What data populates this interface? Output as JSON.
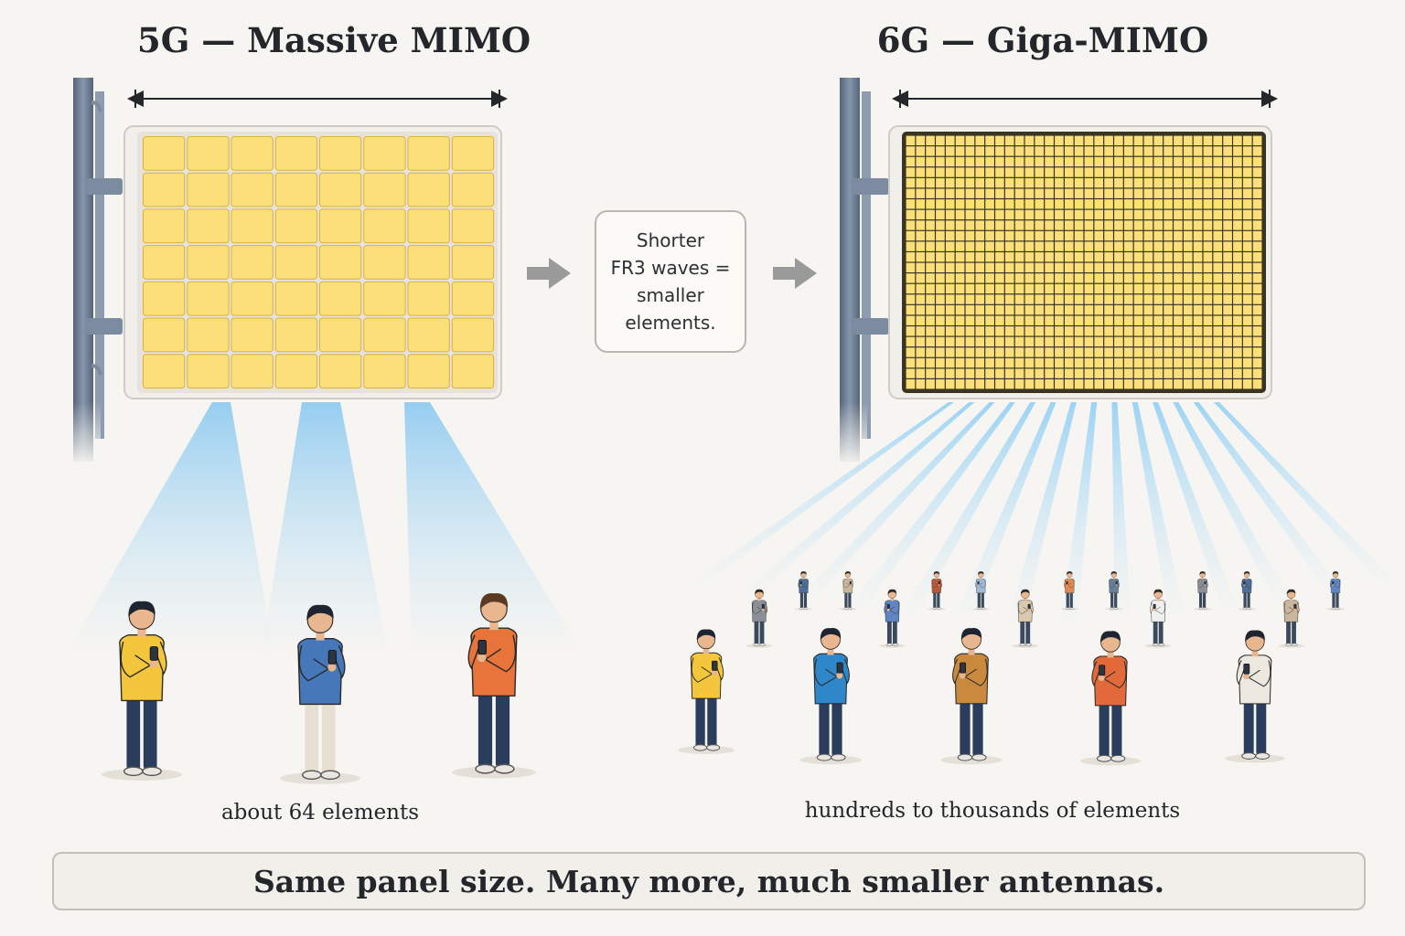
{
  "left_panel": {
    "title": "5G — Massive MIMO",
    "caption": "about 64 elements",
    "grid": {
      "rows": 7,
      "cols": 8
    },
    "beams": 3,
    "users": [
      {
        "name": "user-yellow-hoodie",
        "shirt": "#f3c63c",
        "pants": "#2b3d5c",
        "hair": "#1f2530"
      },
      {
        "name": "user-blue-top",
        "shirt": "#4677b8",
        "pants": "#e6dfd2",
        "hair": "#1f2530"
      },
      {
        "name": "user-orange-hoodie",
        "shirt": "#e8743b",
        "pants": "#2b3d5c",
        "hair": "#5a3a22"
      }
    ]
  },
  "middle_note": {
    "lines": [
      "Shorter",
      "FR3 waves =",
      "smaller",
      "elements."
    ]
  },
  "right_panel": {
    "title": "6G — Giga-MIMO",
    "caption": "hundreds to thousands of elements",
    "grid": {
      "rows": 24,
      "cols": 36
    },
    "beams": 14,
    "users_front": [
      {
        "name": "user-front-yellow",
        "shirt": "#f3c63c",
        "pants": "#2b3d5c"
      },
      {
        "name": "user-front-blue",
        "shirt": "#2f86c9",
        "pants": "#2b3d5c"
      },
      {
        "name": "user-front-tan",
        "shirt": "#c98a3e",
        "pants": "#2b3d5c"
      },
      {
        "name": "user-front-orange",
        "shirt": "#e26a3a",
        "pants": "#2b3d5c"
      },
      {
        "name": "user-front-white",
        "shirt": "#ece8e0",
        "pants": "#2b3d5c"
      }
    ],
    "users_back_count": 14
  },
  "banner": {
    "text": "Same panel size. Many more, much smaller antennas."
  },
  "colors": {
    "background": "#f7f5f1",
    "element_fill": "#fbe07a",
    "element_stroke": "#d9b23a",
    "panel_frame": "#e9e7e3",
    "pole": "#6f7f94",
    "beam": "#8fcaf2",
    "arrow": "#9a9a9a"
  }
}
